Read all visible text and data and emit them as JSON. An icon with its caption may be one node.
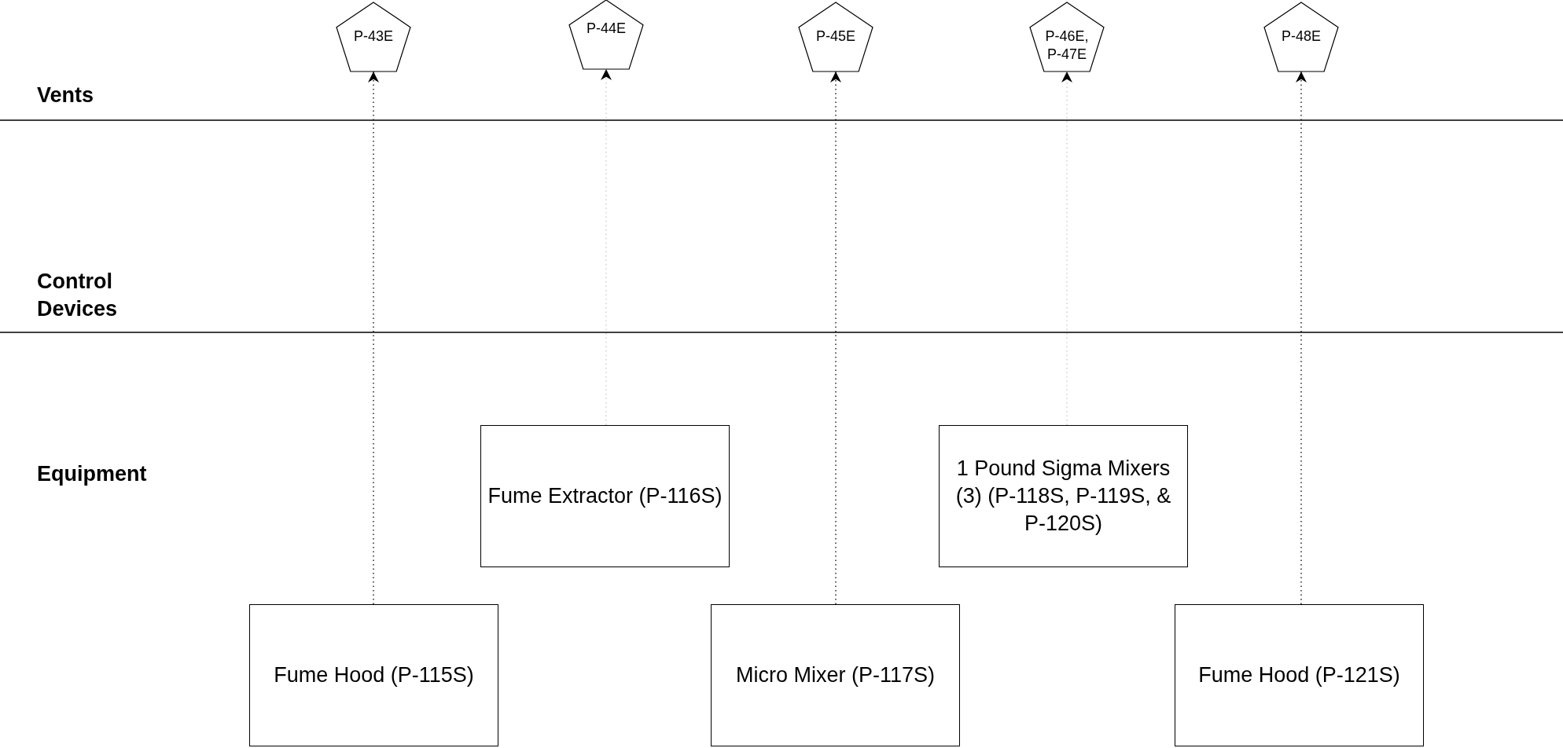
{
  "diagram": {
    "nodes": [
      {
        "text": [
          "P-43E"
        ]
      },
      {
        "text": [
          "P-44E"
        ]
      },
      {
        "text": [
          "P-45E"
        ]
      },
      {
        "text": [
          "P-46E, P-47E"
        ]
      },
      {
        "text": [
          "P-48E"
        ]
      },
      {
        "text": [
          "Fume Extractor (P-116S)"
        ]
      },
      {
        "text": [
          "1 Pound Sigma Mixers (3) (P-118S, P-119S, & P-120S)"
        ]
      },
      {
        "text": [
          "Fume Hood (P-115S)"
        ]
      },
      {
        "text": [
          "Micro Mixer (P-117S)"
        ]
      },
      {
        "text": [
          "Fume Hood (P-121S)"
        ]
      }
    ],
    "edges": [
      {
        "from": 7,
        "to": 0,
        "arrow": "to",
        "style": "dashed"
      },
      {
        "from": 5,
        "to": 1,
        "arrow": "to",
        "style": "dashed",
        "color": "#c8c8c8"
      },
      {
        "from": 8,
        "to": 2,
        "arrow": "to",
        "style": "dashed"
      },
      {
        "from": 6,
        "to": 3,
        "arrow": "to",
        "style": "dashed",
        "color": "#c8c8c8"
      },
      {
        "from": 9,
        "to": 4,
        "arrow": "to",
        "style": "dashed"
      }
    ],
    "labels": [
      "Vents",
      "Control Devices",
      "Equipment"
    ]
  }
}
